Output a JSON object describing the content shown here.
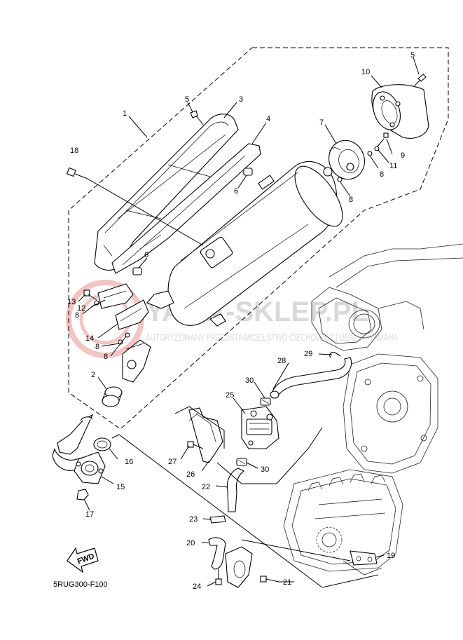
{
  "diagram": {
    "code": "5RUG300-F100",
    "fwd_label": "FWD",
    "watermark": {
      "main": "YAMA-SKLEP.PL",
      "sub": "AUTORYZOWANY PRZEDSTAWICIELSTWO CIECHOWICZ | DEALER YAMAHA"
    },
    "callouts": [
      {
        "id": "c1",
        "num": "1"
      },
      {
        "id": "c2",
        "num": "2"
      },
      {
        "id": "c3",
        "num": "3"
      },
      {
        "id": "c4",
        "num": "4"
      },
      {
        "id": "c5a",
        "num": "5"
      },
      {
        "id": "c5b",
        "num": "5"
      },
      {
        "id": "c6a",
        "num": "6"
      },
      {
        "id": "c6b",
        "num": "6"
      },
      {
        "id": "c7",
        "num": "7"
      },
      {
        "id": "c8a",
        "num": "8"
      },
      {
        "id": "c8b",
        "num": "8"
      },
      {
        "id": "c8c",
        "num": "8"
      },
      {
        "id": "c8d",
        "num": "8"
      },
      {
        "id": "c8e",
        "num": "8"
      },
      {
        "id": "c9",
        "num": "9"
      },
      {
        "id": "c10",
        "num": "10"
      },
      {
        "id": "c11",
        "num": "11"
      },
      {
        "id": "c12",
        "num": "12"
      },
      {
        "id": "c13",
        "num": "13"
      },
      {
        "id": "c14",
        "num": "14"
      },
      {
        "id": "c15",
        "num": "15"
      },
      {
        "id": "c16",
        "num": "16"
      },
      {
        "id": "c17",
        "num": "17"
      },
      {
        "id": "c18",
        "num": "18"
      },
      {
        "id": "c19",
        "num": "19"
      },
      {
        "id": "c20",
        "num": "20"
      },
      {
        "id": "c21",
        "num": "21"
      },
      {
        "id": "c22",
        "num": "22"
      },
      {
        "id": "c23",
        "num": "23"
      },
      {
        "id": "c24",
        "num": "24"
      },
      {
        "id": "c25",
        "num": "25"
      },
      {
        "id": "c26",
        "num": "26"
      },
      {
        "id": "c27",
        "num": "27"
      },
      {
        "id": "c28",
        "num": "28"
      },
      {
        "id": "c29",
        "num": "29"
      },
      {
        "id": "c30a",
        "num": "30"
      },
      {
        "id": "c30b",
        "num": "30"
      }
    ]
  }
}
